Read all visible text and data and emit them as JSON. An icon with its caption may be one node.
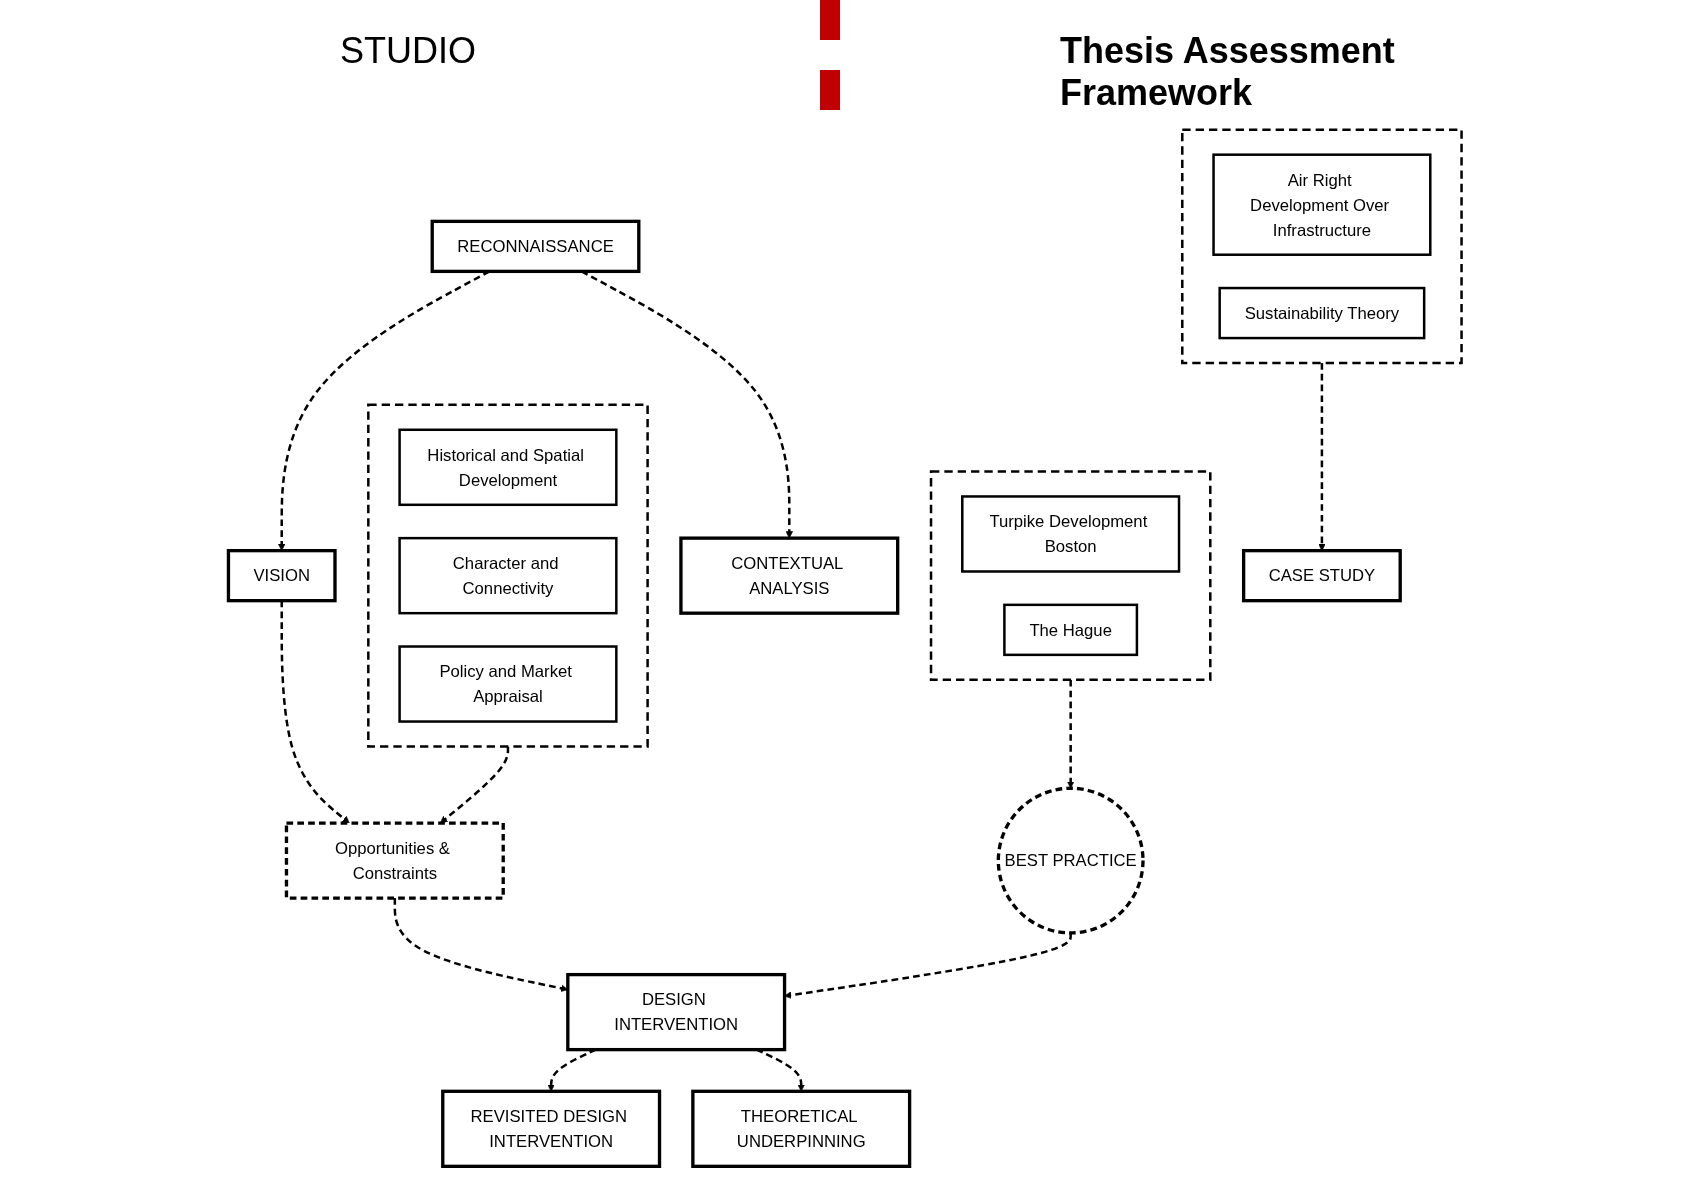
{
  "diagram": {
    "nodes": [
      {
        "text": [
          "RECONNAISSANCE"
        ]
      },
      {
        "text": [
          "CONTEXTUAL ANALYSIS"
        ]
      },
      {
        "text": [],
        "shape": "box"
      },
      {
        "text": [
          "Historical and Spatial Development"
        ],
        "in": 2
      },
      {
        "text": [
          "Character and Connectivity"
        ],
        "in": 2
      },
      {
        "text": [
          "Policy and Market Appraisal"
        ],
        "in": 2
      },
      {
        "text": [
          "VISION"
        ]
      },
      {
        "text": [
          "Opportunities & Constraints"
        ]
      },
      {
        "text": [
          "DESIGN INTERVENTION"
        ]
      },
      {
        "text": [
          "REVISITED DESIGN INTERVENTION"
        ]
      },
      {
        "text": [
          "THEORETICAL UNDERPINNING"
        ]
      },
      {
        "text": [],
        "shape": "box"
      },
      {
        "text": [
          "Air Right Development Over Infrastructure"
        ],
        "in": 11
      },
      {
        "text": [
          "Sustainability Theory"
        ],
        "in": 11
      },
      {
        "text": [
          "CASE STUDY"
        ]
      },
      {
        "text": [],
        "shape": "box"
      },
      {
        "text": [
          "Turpike Development Boston"
        ],
        "in": 15
      },
      {
        "text": [
          "The Hague"
        ],
        "in": 15
      },
      {
        "text": [
          "BEST PRACTICE"
        ]
      }
    ],
    "edges": [
      {
        "from": 0,
        "to": 1,
        "arrow": "to",
        "style": "dashed"
      },
      {
        "from": 0,
        "to": 6,
        "arrow": "to",
        "style": "dashed"
      },
      {
        "from": 2,
        "to": 7,
        "arrow": "to",
        "style": "dashed"
      },
      {
        "from": 6,
        "to": 7,
        "arrow": "to",
        "style": "dashed"
      },
      {
        "from": 7,
        "to": 8,
        "arrow": "to",
        "style": "dashed"
      },
      {
        "from": 8,
        "to": 9,
        "arrow": "to",
        "style": "dashed"
      },
      {
        "from": 8,
        "to": 10,
        "arrow": "to",
        "style": "dashed"
      },
      {
        "from": 11,
        "to": 14,
        "arrow": "to",
        "style": "dashed"
      },
      {
        "from": 15,
        "to": 18,
        "arrow": "to",
        "style": "dashed"
      },
      {
        "from": 18,
        "to": 8,
        "arrow": "to",
        "style": "dashed"
      }
    ],
    "labels": [
      "STUDIO",
      "Thesis Assessment Framework"
    ]
  }
}
